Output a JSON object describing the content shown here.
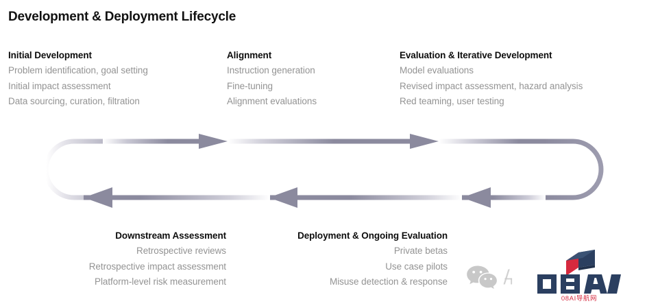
{
  "title": "Development & Deployment Lifecycle",
  "phases": {
    "top": [
      {
        "name": "initial-development",
        "heading": "Initial Development",
        "items": [
          "Problem identification, goal setting",
          "Initial impact assessment",
          "Data sourcing, curation, filtration"
        ]
      },
      {
        "name": "alignment",
        "heading": "Alignment",
        "items": [
          "Instruction generation",
          "Fine-tuning",
          "Alignment evaluations"
        ]
      },
      {
        "name": "evaluation-iterative-development",
        "heading": "Evaluation & Iterative Development",
        "items": [
          "Model evaluations",
          "Revised impact assessment, hazard analysis",
          "Red teaming, user testing"
        ]
      }
    ],
    "bottom": [
      {
        "name": "downstream-assessment",
        "heading": "Downstream Assessment",
        "items": [
          "Retrospective reviews",
          "Retrospective impact assessment",
          "Platform-level risk measurement"
        ]
      },
      {
        "name": "deployment-ongoing-evaluation",
        "heading": "Deployment & Ongoing Evaluation",
        "items": [
          "Private betas",
          "Use case pilots",
          "Misuse detection & response"
        ]
      }
    ]
  },
  "diagram": {
    "type": "cycle-loop",
    "direction_top": "left-to-right",
    "direction_bottom": "right-to-left",
    "arrow_count_top": 3,
    "arrow_count_bottom": 3,
    "track_color": "#8b8a9e",
    "track_fade_color": "#ffffff"
  },
  "watermarks": {
    "wechat": "wechat-icon",
    "brand": {
      "wordmark": "08AI",
      "tagline": "08AI导航网",
      "cube_red": "#d6293e",
      "cube_navy": "#2b3f60",
      "tagline_color": "#d6293e"
    }
  },
  "colors": {
    "title": "#121212",
    "heading": "#0d0d0d",
    "body": "#939393",
    "accent": "#8b8a9e",
    "background": "#ffffff"
  }
}
